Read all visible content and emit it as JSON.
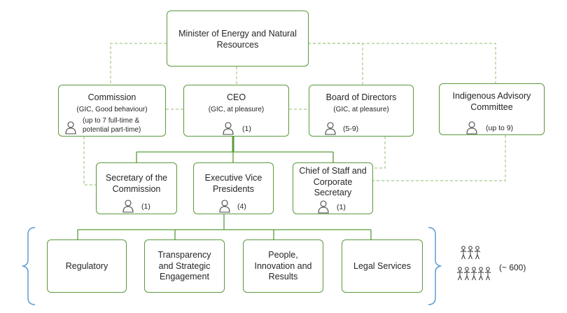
{
  "org_chart": {
    "minister": {
      "title": "Minister of Energy and Natural Resources"
    },
    "commission": {
      "title": "Commission",
      "appointment": "(GIC, Good behaviour)",
      "note": "(up to 7 full-time & potential part-time)"
    },
    "ceo": {
      "title": "CEO",
      "appointment": "(GIC, at pleasure)",
      "count": "(1)"
    },
    "board": {
      "title": "Board of Directors",
      "appointment": "(GIC, at pleasure)",
      "count": "(5-9)"
    },
    "indigenous": {
      "title": "Indigenous Advisory Committee",
      "count": "(up to 9)"
    },
    "secretary": {
      "title": "Secretary of the Commission",
      "count": "(1)"
    },
    "evp": {
      "title": "Executive Vice Presidents",
      "count": "(4)"
    },
    "chief_of_staff": {
      "title": "Chief of Staff and Corporate Secretary",
      "count": "(1)"
    },
    "units": [
      {
        "title": "Regulatory"
      },
      {
        "title": "Transparency and Strategic Engagement"
      },
      {
        "title": "People, Innovation and Results"
      },
      {
        "title": "Legal Services"
      }
    ],
    "staff_count": "(~ 600)",
    "colors": {
      "border": "#5a9a3c",
      "solid_line": "#5a9a3c",
      "dashed_line": "#a8c98a",
      "bracket": "#5b9bd5"
    },
    "icons": {
      "person": "person-icon",
      "staff": "people-group-icon"
    }
  }
}
